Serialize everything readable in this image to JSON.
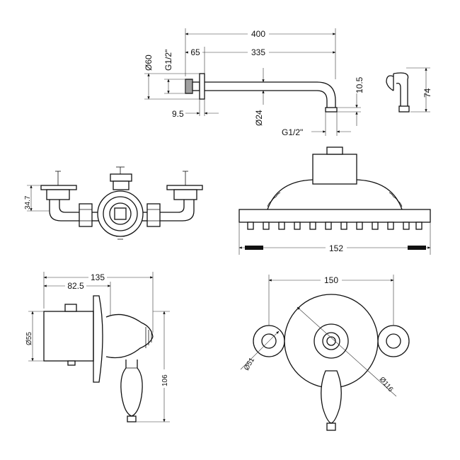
{
  "shower_arm": {
    "overall_length": "400",
    "wall_plate_depth": "65",
    "arm_length": "335",
    "plate_diameter": "Ø60",
    "inlet_thread": "G1/2\"",
    "plate_thickness": "9.5",
    "arm_diameter": "Ø24",
    "outlet_drop": "10.5",
    "outlet_thread": "G1/2\""
  },
  "arm_side": {
    "height": "74"
  },
  "valve_front": {
    "depth": "34.7"
  },
  "shower_head": {
    "width": "152"
  },
  "valve_side": {
    "overall_depth": "135",
    "body_depth": "82.5",
    "body_diameter": "Ø55",
    "height": "106"
  },
  "valve_plate": {
    "centres": "150",
    "flange_diameter": "Ø51",
    "plate_diameter": "Ø116"
  }
}
